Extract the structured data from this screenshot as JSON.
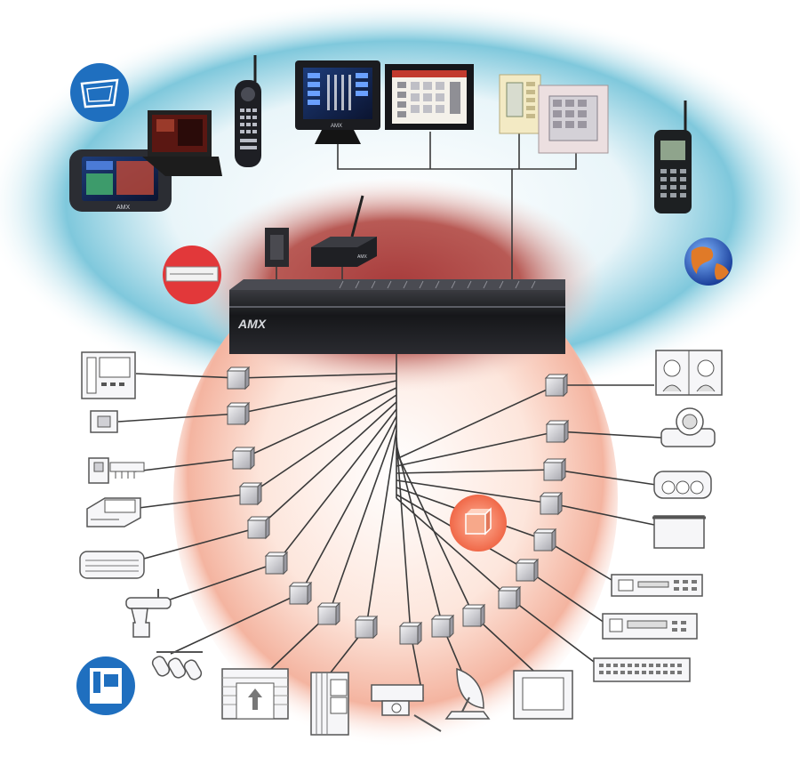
{
  "brand": {
    "controller_logo": "AMX",
    "panel_logo": "AMX",
    "tablet_logo": "AMX",
    "router_logo": "AMX"
  },
  "colors": {
    "sky_glow": "#7fc8dc",
    "core_glow": "#a83c3c",
    "halo_glow": "#f4b4a0",
    "line": "#3a3a3a",
    "node_fill": "#d7d7dc",
    "controller": "#1e1f24",
    "icon_badge": "#1f6fbf"
  },
  "top_devices": [
    {
      "name": "wireless-touch-tablet-icon"
    },
    {
      "name": "tabletop-touch-panel-icon"
    },
    {
      "name": "remote-control-icon"
    },
    {
      "name": "wall-touch-panel-icon"
    },
    {
      "name": "color-touch-panel-icon"
    },
    {
      "name": "keypad-icon"
    },
    {
      "name": "keypad-large-icon"
    },
    {
      "name": "mobile-phone-icon"
    }
  ],
  "side_badges": [
    {
      "name": "touch-screen-badge-icon"
    },
    {
      "name": "globe-icon"
    },
    {
      "name": "rack-module-badge-icon"
    },
    {
      "name": "intercom-badge-icon"
    },
    {
      "name": "central-cube-badge-icon"
    }
  ],
  "left_devices": [
    {
      "name": "video-intercom-icon"
    },
    {
      "name": "light-switch-icon"
    },
    {
      "name": "sensor-bar-icon"
    },
    {
      "name": "fax-machine-icon"
    },
    {
      "name": "air-conditioner-icon"
    },
    {
      "name": "faucet-icon"
    },
    {
      "name": "track-lights-icon"
    }
  ],
  "bottom_devices": [
    {
      "name": "garage-door-icon"
    },
    {
      "name": "window-blinds-icon"
    },
    {
      "name": "surveillance-camera-icon"
    },
    {
      "name": "satellite-dish-icon"
    },
    {
      "name": "television-icon"
    }
  ],
  "right_devices": [
    {
      "name": "video-conference-icon"
    },
    {
      "name": "projector-icon"
    },
    {
      "name": "stage-lights-icon"
    },
    {
      "name": "projection-screen-icon"
    },
    {
      "name": "cd-player-icon"
    },
    {
      "name": "vcr-icon"
    },
    {
      "name": "audio-switcher-icon"
    }
  ]
}
